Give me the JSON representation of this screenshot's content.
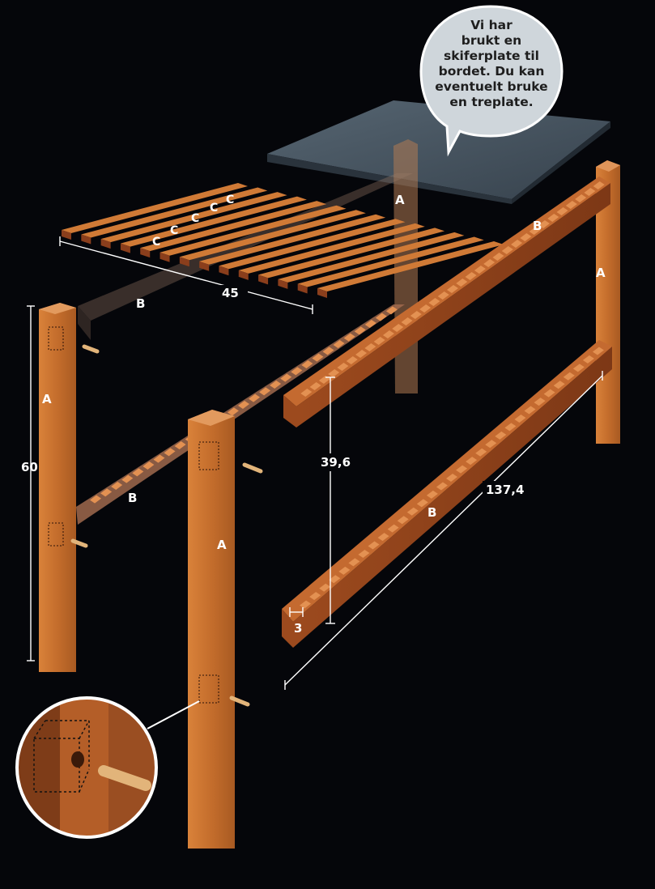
{
  "callout": {
    "lines": [
      "Vi har",
      "brukt en",
      "skiferplate til",
      "bordet. Du kan",
      "eventuelt bruke",
      "en treplate."
    ]
  },
  "parts": {
    "leg": "A",
    "rail": "B",
    "slat": "C"
  },
  "dimensions": {
    "leg_height": "60",
    "slat_depth": "45",
    "rail_length": "137,4",
    "shelf_spacing": "39,6",
    "tenon_width": "3"
  },
  "colors": {
    "background": "#05060a",
    "wood_light": "#c8712f",
    "wood_dark": "#8a3e1c",
    "slate": "#4b5966",
    "bubble": "#cfd6db"
  }
}
